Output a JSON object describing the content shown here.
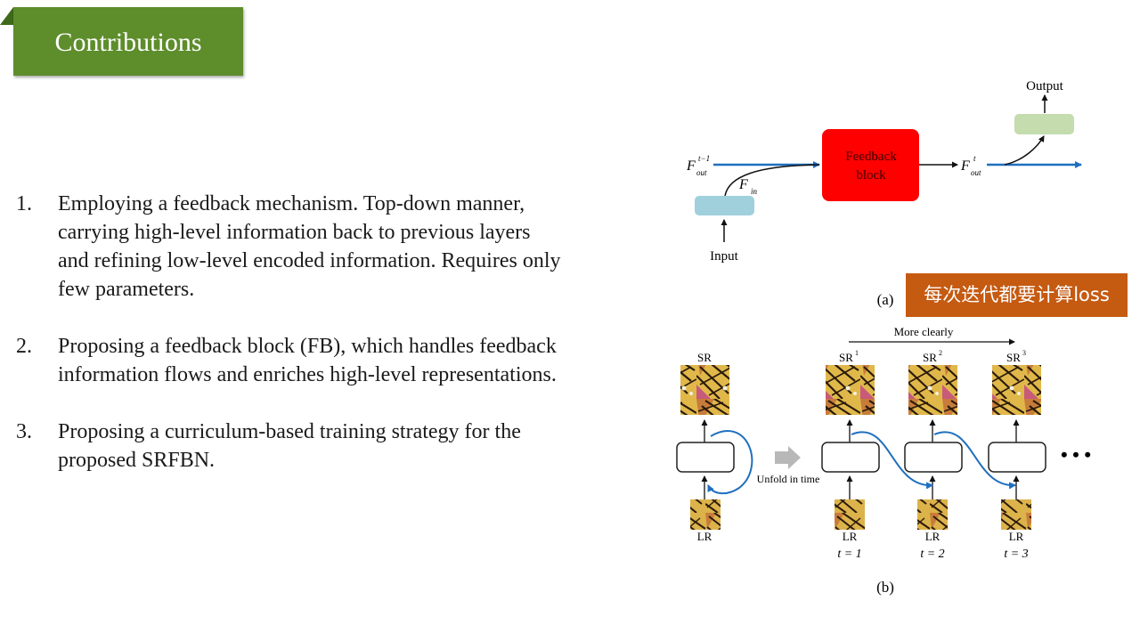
{
  "title": "Contributions",
  "items": [
    {
      "num": "1.",
      "line1": "Employing a feedback mechanism. Top-down manner,",
      "line2": "carrying high-level information back to previous layers",
      "line3": "and refining  low-level encoded information. Requires only",
      "line4": "few parameters."
    },
    {
      "num": "2.",
      "line1": "Proposing a feedback block (FB), which handles feedback",
      "line2": "information flows and enriches high-level representations."
    },
    {
      "num": "3.",
      "line1": "Proposing a curriculum-based training strategy for the",
      "line2": "proposed SRFBN."
    }
  ],
  "annotation": "每次迭代都要计算loss",
  "figure_a": {
    "output_label": "Output",
    "input_label": "Input",
    "feedback_line1": "Feedback",
    "feedback_line2": "block",
    "fin_label": "F",
    "fin_sub": "in",
    "fout_prev": "F",
    "fout_prev_sub": "out",
    "fout_prev_sup": "t−1",
    "fout_t": "F",
    "fout_t_sub": "out",
    "fout_t_sup": "t",
    "caption": "(a)"
  },
  "figure_b": {
    "more_clearly": "More clearly",
    "unfold": "Unfold in time",
    "sr": "SR",
    "sr1": "SR",
    "sr2": "SR",
    "sr3": "SR",
    "sup1": "1",
    "sup2": "2",
    "sup3": "3",
    "lr": "LR",
    "t1": "t = 1",
    "t2": "t = 2",
    "t3": "t = 3",
    "ellipsis": "• • •",
    "caption": "(b)"
  },
  "colors": {
    "title_bg": "#5e8d2c",
    "annotation_bg": "#c55a11",
    "feedback_block": "#ff0000",
    "arrow_blue": "#1f6fbf",
    "input_block": "#9fd0dc",
    "output_block": "#c5dcae"
  }
}
